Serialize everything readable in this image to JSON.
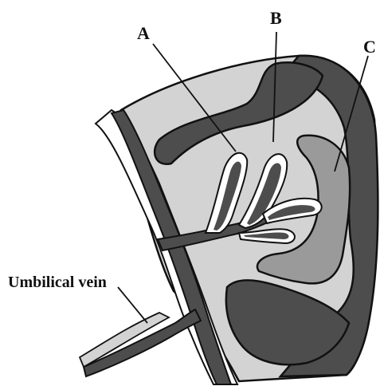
{
  "labels": {
    "a": "A",
    "b": "B",
    "c": "C",
    "vein": "Umbilical vein"
  },
  "colors": {
    "outline": "#111111",
    "light_tissue": "#d3d3d3",
    "mid_tissue": "#9a9a9a",
    "dark_tissue": "#4d4d4d",
    "vessel_lumen": "#ffffff"
  }
}
